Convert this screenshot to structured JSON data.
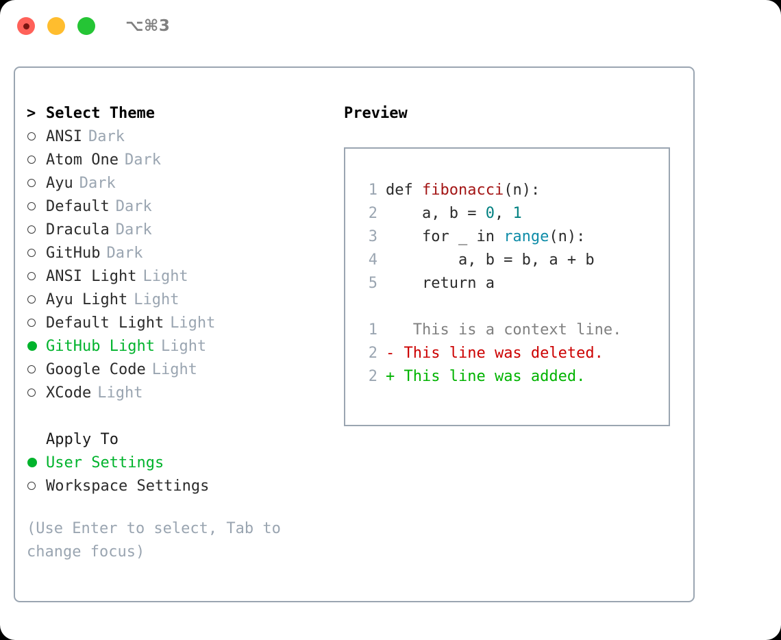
{
  "titlebar": {
    "shortcut": "⌥⌘3",
    "buttons": [
      "close",
      "minimize",
      "maximize"
    ]
  },
  "theme_list": {
    "header": "Select Theme",
    "caret": ">",
    "radio_empty": "o",
    "radio_filled": "●",
    "items": [
      {
        "name": "ANSI",
        "tag": "Dark",
        "selected": false
      },
      {
        "name": "Atom One",
        "tag": "Dark",
        "selected": false
      },
      {
        "name": "Ayu",
        "tag": "Dark",
        "selected": false
      },
      {
        "name": "Default",
        "tag": "Dark",
        "selected": false
      },
      {
        "name": "Dracula",
        "tag": "Dark",
        "selected": false
      },
      {
        "name": "GitHub",
        "tag": "Dark",
        "selected": false
      },
      {
        "name": "ANSI Light",
        "tag": "Light",
        "selected": false
      },
      {
        "name": "Ayu Light",
        "tag": "Light",
        "selected": false
      },
      {
        "name": "Default Light",
        "tag": "Light",
        "selected": false
      },
      {
        "name": "GitHub Light",
        "tag": "Light",
        "selected": true
      },
      {
        "name": "Google Code",
        "tag": "Light",
        "selected": false
      },
      {
        "name": "XCode",
        "tag": "Light",
        "selected": false
      }
    ]
  },
  "apply_to": {
    "header": "Apply To",
    "options": [
      {
        "label": "User Settings",
        "selected": true
      },
      {
        "label": "Workspace Settings",
        "selected": false
      }
    ]
  },
  "hint": "(Use Enter to select, Tab to change focus)",
  "preview": {
    "title": "Preview",
    "code_lines": [
      {
        "no": "1",
        "segments": [
          {
            "text": "def ",
            "kind": "plain"
          },
          {
            "text": "fibonacci",
            "kind": "func"
          },
          {
            "text": "(n):",
            "kind": "plain"
          }
        ]
      },
      {
        "no": "2",
        "segments": [
          {
            "text": "    a, b = ",
            "kind": "plain"
          },
          {
            "text": "0",
            "kind": "num"
          },
          {
            "text": ", ",
            "kind": "plain"
          },
          {
            "text": "1",
            "kind": "num"
          }
        ]
      },
      {
        "no": "3",
        "segments": [
          {
            "text": "    for _ in ",
            "kind": "plain"
          },
          {
            "text": "range",
            "kind": "builtin"
          },
          {
            "text": "(n):",
            "kind": "plain"
          }
        ]
      },
      {
        "no": "4",
        "segments": [
          {
            "text": "        a, b = b, a + b",
            "kind": "plain"
          }
        ]
      },
      {
        "no": "5",
        "segments": [
          {
            "text": "    return a",
            "kind": "plain"
          }
        ]
      }
    ],
    "diff_lines": [
      {
        "no": "1",
        "marker": " ",
        "text": "  This is a context line.",
        "kind": "context"
      },
      {
        "no": "2",
        "marker": "-",
        "text": " This line was deleted.",
        "kind": "deleted"
      },
      {
        "no": "2",
        "marker": "+",
        "text": " This line was added.",
        "kind": "added"
      }
    ]
  },
  "colors": {
    "accent_green": "#00b32c",
    "muted": "#9aa5b1",
    "function": "#a31515",
    "number": "#008080",
    "builtin": "#0e8ca8",
    "diff_deleted": "#cc0000",
    "diff_added": "#00b300",
    "border": "#9aa5b1"
  }
}
